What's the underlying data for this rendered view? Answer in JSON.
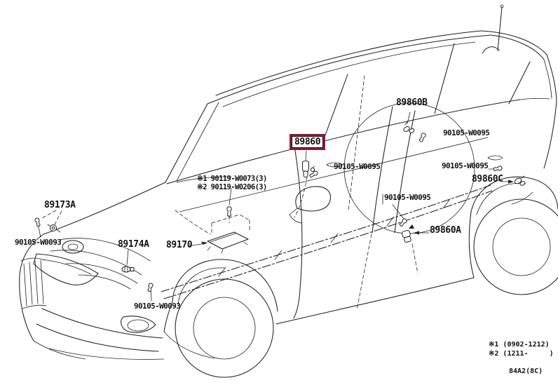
{
  "diagram": {
    "description": "Toyota parts catalog line drawing of a wagon, front-left view, air bag sensor locations",
    "colors": {
      "background": "#ffffff",
      "line": "#1f1f1f",
      "highlight_box": "#8e1c3c"
    },
    "highlight": {
      "part_number": "89860"
    },
    "labels": [
      {
        "text": "89860B"
      },
      {
        "text": "90105-W0095"
      },
      {
        "text": "90105-W0095"
      },
      {
        "text": "90105-W0095"
      },
      {
        "text": "89860C"
      },
      {
        "text": "※1 90119-W0073(3)"
      },
      {
        "text": "※2 90119-W0206(3)"
      },
      {
        "text": "89173A"
      },
      {
        "text": "90105-W0093"
      },
      {
        "text": "89174A"
      },
      {
        "text": "89170"
      },
      {
        "text": "90105-W0095"
      },
      {
        "text": "89860A"
      },
      {
        "text": "90105-W0093"
      }
    ],
    "footnotes": [
      {
        "text": "※1 (0902-1212)"
      },
      {
        "text": "※2 (1211-     )"
      }
    ],
    "figure_code": "84A2(8C)"
  }
}
